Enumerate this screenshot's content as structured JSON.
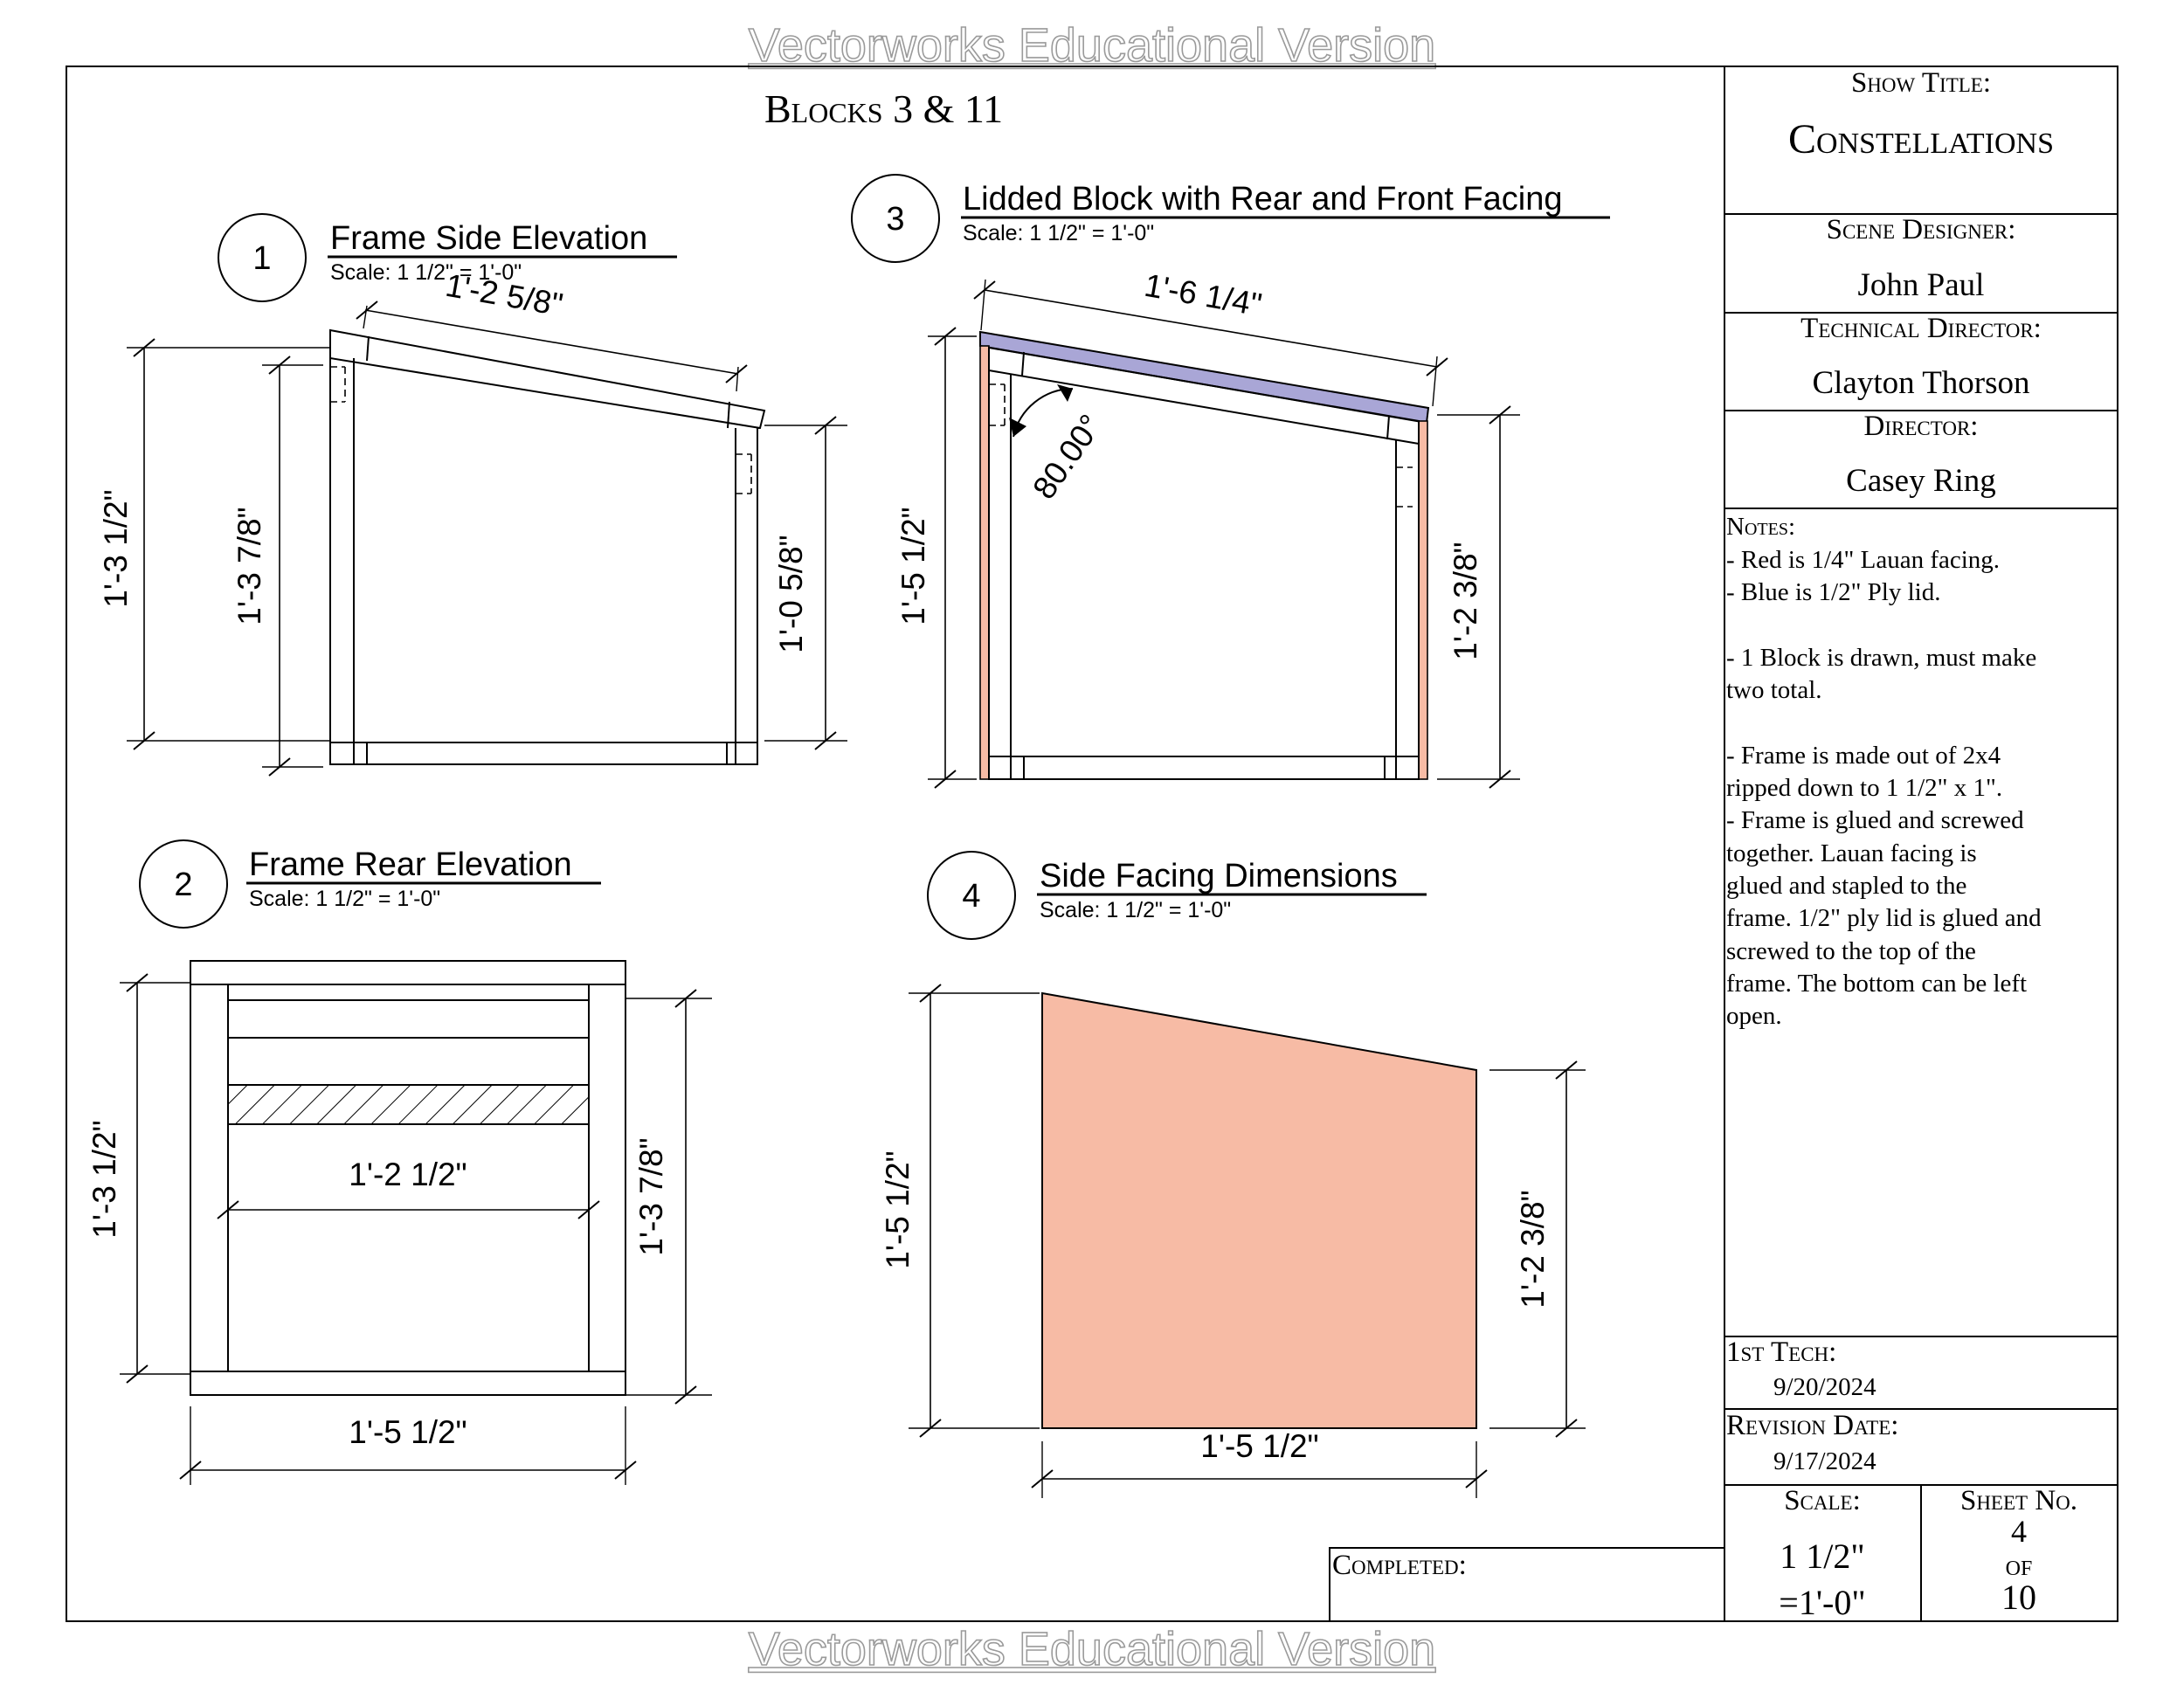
{
  "watermark": {
    "top": "Vectorworks Educational Version",
    "bottom": "Vectorworks Educational Version"
  },
  "sheet_title": "Blocks 3 & 11",
  "views": [
    {
      "number": "1",
      "title": "Frame Side Elevation",
      "scale": "Scale: 1 1/2\" = 1'-0\"",
      "dims": {
        "top": "1'-2 5/8\"",
        "left_outer": "1'-3 1/2\"",
        "left_inner": "1'-3 7/8\"",
        "right": "1'-0 5/8\""
      }
    },
    {
      "number": "2",
      "title": "Frame Rear Elevation",
      "scale": "Scale: 1 1/2\" = 1'-0\"",
      "dims": {
        "left": "1'-3 1/2\"",
        "right": "1'-3 7/8\"",
        "inner": "1'-2 1/2\"",
        "bottom": "1'-5 1/2\""
      }
    },
    {
      "number": "3",
      "title": "Lidded Block with Rear and Front Facing",
      "scale": "Scale: 1 1/2\" = 1'-0\"",
      "dims": {
        "top": "1'-6 1/4\"",
        "left": "1'-5 1/2\"",
        "right": "1'-2 3/8\"",
        "angle": "80.00°"
      }
    },
    {
      "number": "4",
      "title": "Side Facing Dimensions",
      "scale": "Scale: 1 1/2\" = 1'-0\"",
      "dims": {
        "left": "1'-5 1/2\"",
        "right": "1'-2 3/8\"",
        "bottom": "1'-5 1/2\""
      }
    }
  ],
  "title_block": {
    "show_title_label": "Show Title:",
    "show_title": "Constellations",
    "scene_designer_label": "Scene Designer:",
    "scene_designer": "John Paul",
    "technical_director_label": "Technical Director:",
    "technical_director": "Clayton Thorson",
    "director_label": "Director:",
    "director": "Casey Ring",
    "notes_label": "Notes:",
    "notes": [
      "- Red is 1/4\" Lauan facing.",
      "- Blue is 1/2\" Ply lid.",
      "",
      "- 1 Block is drawn, must make",
      "two total.",
      "",
      "- Frame is made out of 2x4",
      "ripped down to 1 1/2\" x 1\".",
      "- Frame is glued and screwed",
      "together. Lauan facing is",
      "glued and stapled to the",
      "frame. 1/2\" ply lid is glued and",
      "screwed to the top of the",
      "frame. The bottom can be left",
      "open."
    ],
    "first_tech_label": "1st Tech:",
    "first_tech_date": "9/20/2024",
    "revision_label": "Revision Date:",
    "revision_date": "9/17/2024",
    "scale_label": "Scale:",
    "scale_value_1": "1 1/2\"",
    "scale_value_2": "=1'-0\"",
    "sheet_label": "Sheet No.",
    "sheet_num": "4",
    "sheet_of": "of",
    "sheet_total": "10",
    "completed_label": "Completed:"
  },
  "colors": {
    "lauan_facing": "#f7bba5",
    "ply_lid": "#a9a6d6",
    "line": "#000000",
    "watermark_stroke": "#9a9a9a"
  }
}
